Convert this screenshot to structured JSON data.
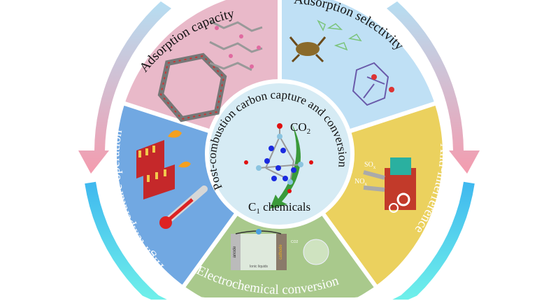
{
  "center": {
    "title": "Post-combustion carbon capture and conversion",
    "co2_label": "CO",
    "co2_sub": "2",
    "c1_prefix": "C",
    "c1_sub": "1",
    "c1_suffix": " chemicals"
  },
  "sectors": [
    {
      "label": "Adsorption capacity",
      "color": "#e9b9c9"
    },
    {
      "label": "Adsorption selectivity",
      "color": "#bfe0f5"
    },
    {
      "label": "Anti-interference",
      "color": "#ebd15e",
      "so_label": "SO",
      "so_sub": "x",
      "no_label": "NO",
      "no_sub": "x"
    },
    {
      "label": "Electrochemical conversion",
      "color": "#a9c98c",
      "anode_label": "anode",
      "cathode_label": "cathode",
      "ionic_label": "Ionic liquids",
      "co2_label": "CO2"
    },
    {
      "label": "High-temperature operation",
      "color": "#71a8e2"
    }
  ]
}
